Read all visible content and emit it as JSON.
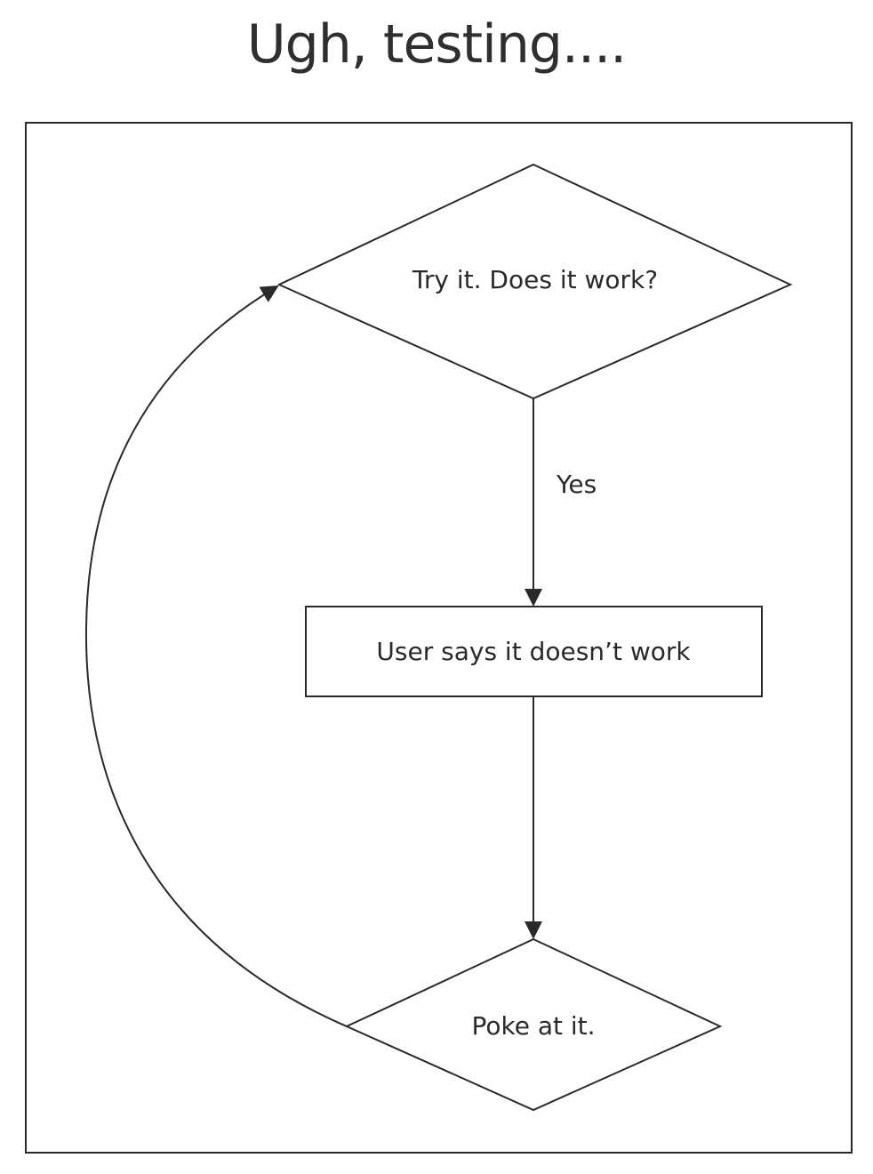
{
  "title": "Ugh, testing....",
  "nodes": {
    "decision_try": "Try it. Does it work?",
    "process_user": "User says it doesn’t work",
    "decision_poke": "Poke at it."
  },
  "edges": {
    "yes_label": "Yes"
  },
  "colors": {
    "stroke": "#2a2a2a",
    "text": "#2a2a2a",
    "background": "#ffffff"
  }
}
